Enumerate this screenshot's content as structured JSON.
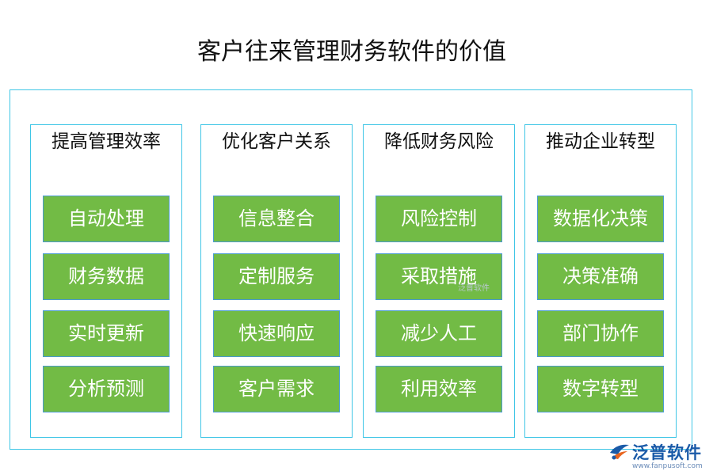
{
  "title": "客户往来管理财务软件的价值",
  "columns": [
    {
      "heading": "提高管理效率",
      "items": [
        "自动处理",
        "财务数据",
        "实时更新",
        "分析预测"
      ]
    },
    {
      "heading": "优化客户关系",
      "items": [
        "信息整合",
        "定制服务",
        "快速响应",
        "客户需求"
      ]
    },
    {
      "heading": "降低财务风险",
      "items": [
        "风险控制",
        "采取措施",
        "减少人工",
        "利用效率"
      ]
    },
    {
      "heading": "推动企业转型",
      "items": [
        "数据化决策",
        "决策准确",
        "部门协作",
        "数字转型"
      ]
    }
  ],
  "watermark": "泛普软件",
  "logo": {
    "name": "泛普软件",
    "url": "www.fanpusoft.com",
    "icon": "fanpu-logo-icon"
  },
  "colors": {
    "box_fill": "#72bb45",
    "border": "#3fc6e6",
    "logo": "#1a5aa8"
  }
}
